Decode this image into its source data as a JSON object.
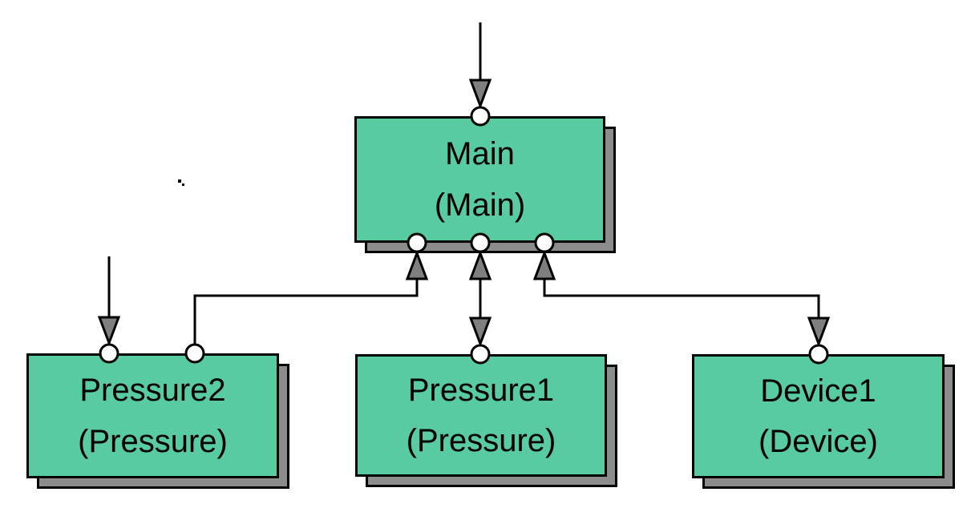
{
  "diagram": {
    "colors": {
      "node_fill": "#58cba0",
      "shadow_fill": "#8c8c8c",
      "arrow_fill": "#7f7f7f",
      "line_color": "#000000",
      "port_fill": "#ffffff",
      "canvas_bg": "#ffffff",
      "text_color": "#000000"
    },
    "nodes": [
      {
        "id": "main",
        "label": "Main",
        "sublabel": "(Main)"
      },
      {
        "id": "pressure2",
        "label": "Pressure2",
        "sublabel": "(Pressure)"
      },
      {
        "id": "pressure1",
        "label": "Pressure1",
        "sublabel": "(Pressure)"
      },
      {
        "id": "device1",
        "label": "Device1",
        "sublabel": "(Device)"
      }
    ],
    "connections": [
      {
        "id": "external-into-main",
        "from": "external-top-edge",
        "to": "main.top-port",
        "arrowheads": [
          "at-main"
        ]
      },
      {
        "id": "external-into-pressure2",
        "from": "external-left-area",
        "to": "pressure2.top-left-port",
        "arrowheads": [
          "at-pressure2"
        ]
      },
      {
        "id": "main-pressure2",
        "from": "main.bottom-left-port",
        "to": "pressure2.top-right-port",
        "arrowheads": [
          "at-main"
        ]
      },
      {
        "id": "main-pressure1",
        "from": "main.bottom-middle-port",
        "to": "pressure1.top-port",
        "arrowheads": [
          "at-main",
          "at-pressure1"
        ]
      },
      {
        "id": "main-device1",
        "from": "main.bottom-right-port",
        "to": "device1.top-port",
        "arrowheads": [
          "at-main",
          "at-device1"
        ]
      }
    ]
  }
}
